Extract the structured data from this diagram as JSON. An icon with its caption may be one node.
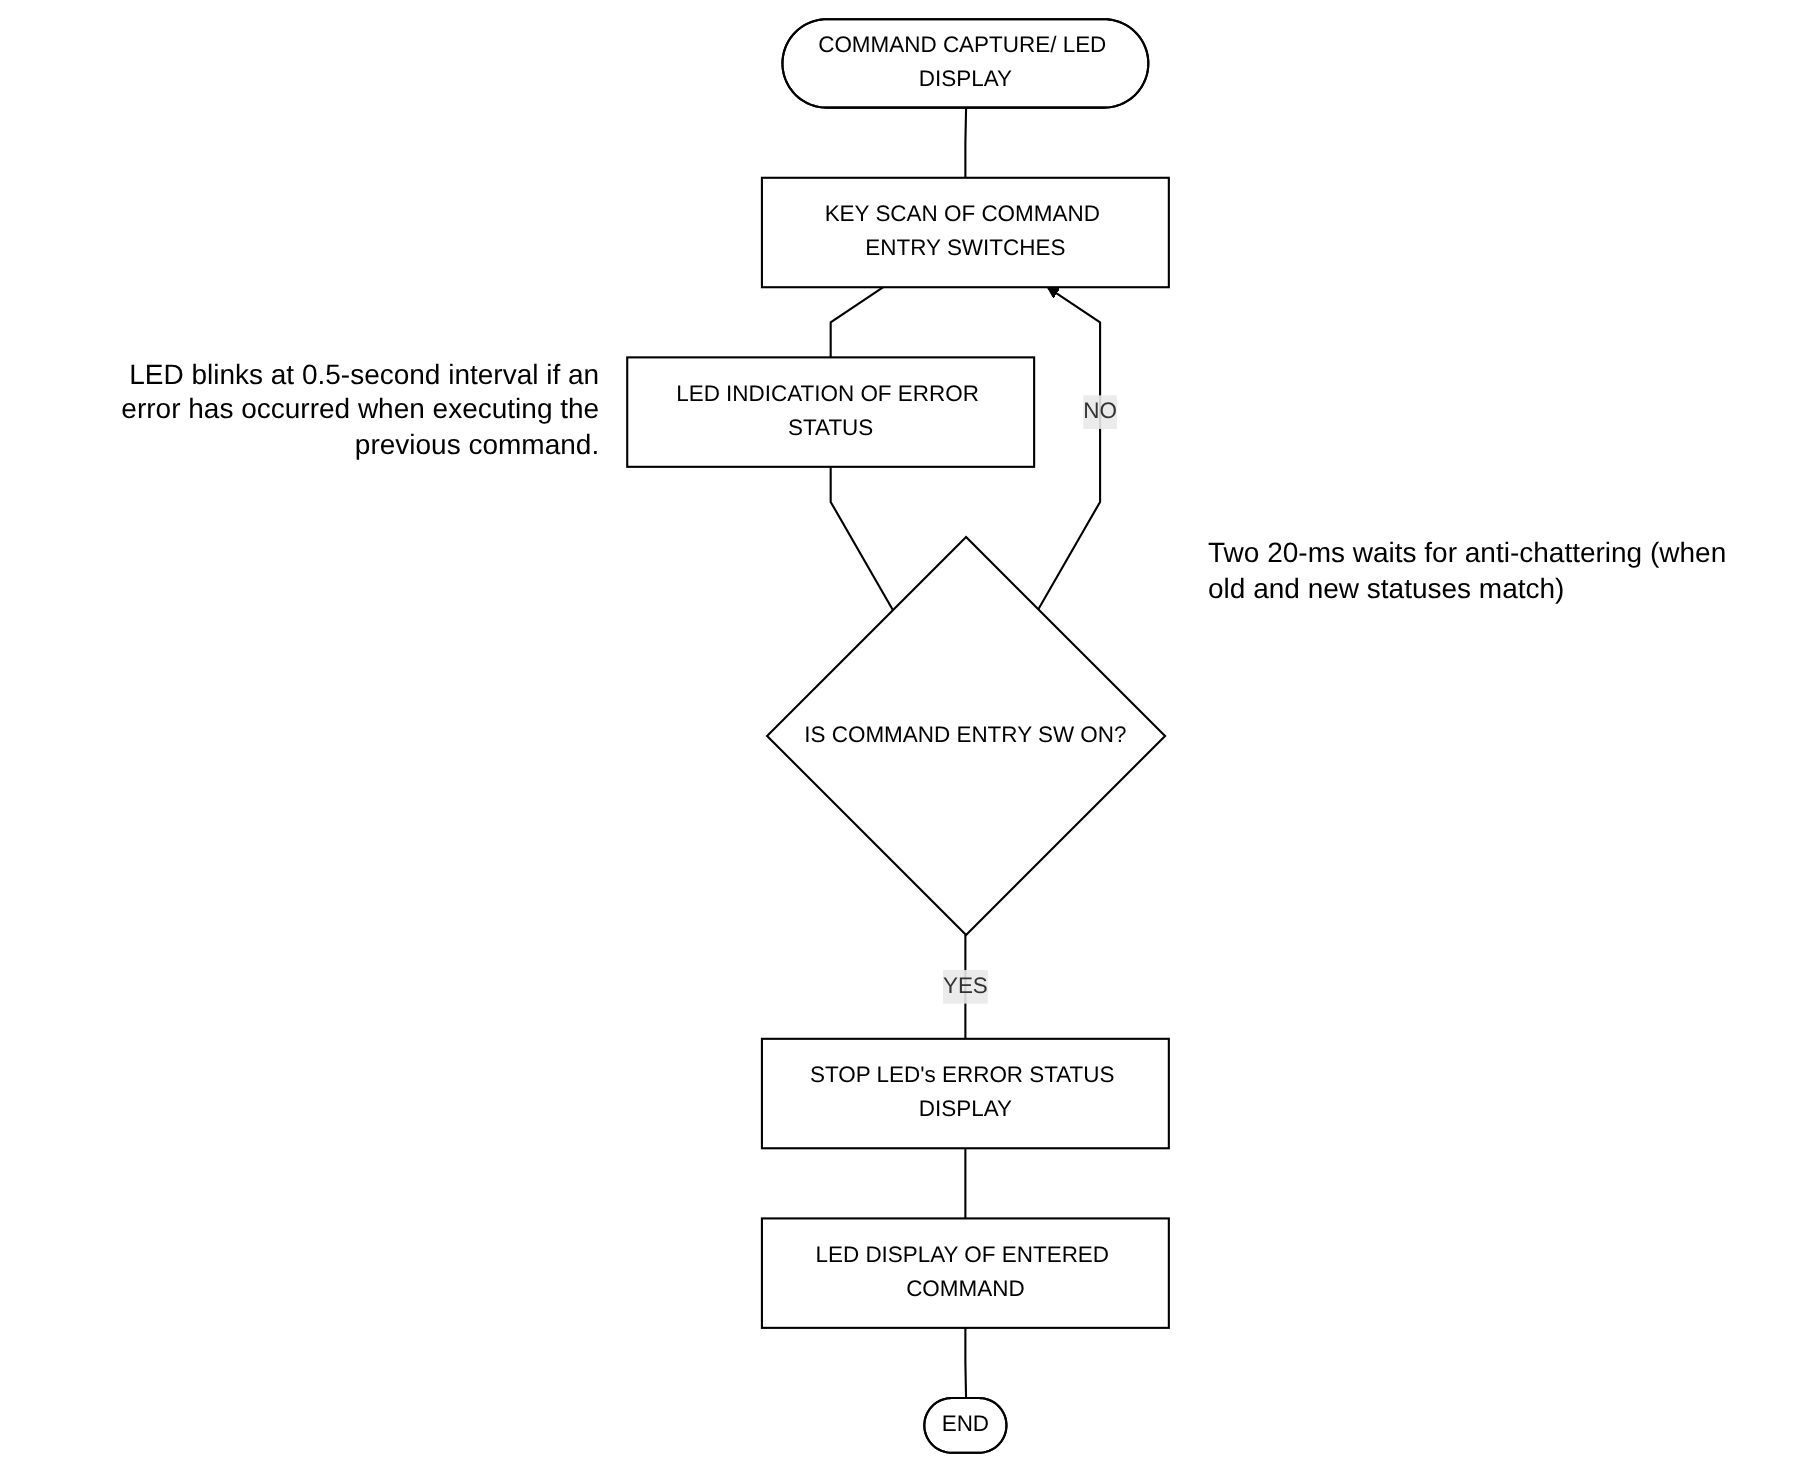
{
  "diagram": {
    "nodes": [
      {
        "text": [
          "COMMAND CAPTURE/ LED DISPLAY"
        ]
      },
      {
        "text": [
          "KEY SCAN OF COMMAND ENTRY SWITCHES"
        ]
      },
      {
        "text": [
          "LED INDICATION OF ERROR STATUS"
        ],
        "beside": [
          "LED blinks at 0.5-second interval if an error has occurred when executing the previous command."
        ]
      },
      {
        "text": [
          "IS COMMAND ENTRY SW ON?"
        ],
        "beside": [
          "Two 20-ms waits for anti-chattering (when old and new statuses match)"
        ]
      },
      {
        "text": [
          "STOP LED's ERROR STATUS DISPLAY"
        ]
      },
      {
        "text": [
          "LED DISPLAY OF ENTERED COMMAND"
        ]
      },
      {
        "text": [
          "END"
        ]
      }
    ],
    "edges": [
      {
        "from": 0,
        "to": 1,
        "arrow": "none"
      },
      {
        "from": 1,
        "to": 2,
        "arrow": "none"
      },
      {
        "from": 2,
        "to": 3,
        "arrow": "none"
      },
      {
        "from": 3,
        "to": 1,
        "arrow": "to",
        "label": "NO"
      },
      {
        "from": 3,
        "to": 4,
        "arrow": "none",
        "label": "YES"
      },
      {
        "from": 4,
        "to": 5,
        "arrow": "none"
      },
      {
        "from": 5,
        "to": 6,
        "arrow": "none"
      }
    ]
  }
}
